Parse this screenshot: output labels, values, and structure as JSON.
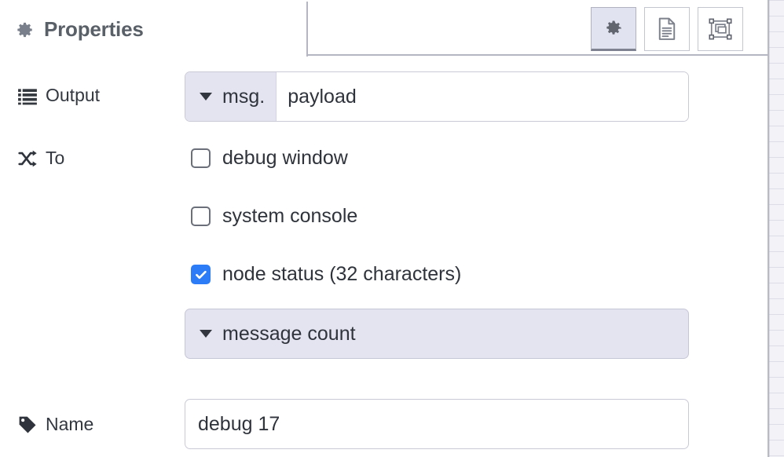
{
  "panel": {
    "tab": {
      "label": "Properties",
      "icon": "gear-icon"
    },
    "toolbar_buttons": [
      {
        "name": "properties-button",
        "icon": "gear-icon",
        "active": true
      },
      {
        "name": "description-button",
        "icon": "document-icon",
        "active": false
      },
      {
        "name": "appearance-button",
        "icon": "appearance-icon",
        "active": false
      }
    ]
  },
  "form": {
    "output": {
      "label": "Output",
      "icon": "list-icon",
      "type_prefix": "msg.",
      "value": "payload",
      "placeholder": "payload"
    },
    "to": {
      "label": "To",
      "icon": "shuffle-icon",
      "checkboxes": [
        {
          "label": "debug window",
          "checked": false,
          "name": "checkbox-debug-window"
        },
        {
          "label": "system console",
          "checked": false,
          "name": "checkbox-system-console"
        },
        {
          "label": "node status (32 characters)",
          "checked": true,
          "name": "checkbox-node-status"
        }
      ],
      "status_select": {
        "value": "message count",
        "name": "status-type-select"
      }
    },
    "name": {
      "label": "Name",
      "icon": "tag-icon",
      "value": "debug 17",
      "placeholder": "Name"
    }
  },
  "colors": {
    "accent_checked": "#2b7cf6",
    "field_prefix_bg": "#e4e4f1",
    "border": "#c9cad6",
    "tab_text": "#5a6068",
    "text": "#2f333b"
  }
}
